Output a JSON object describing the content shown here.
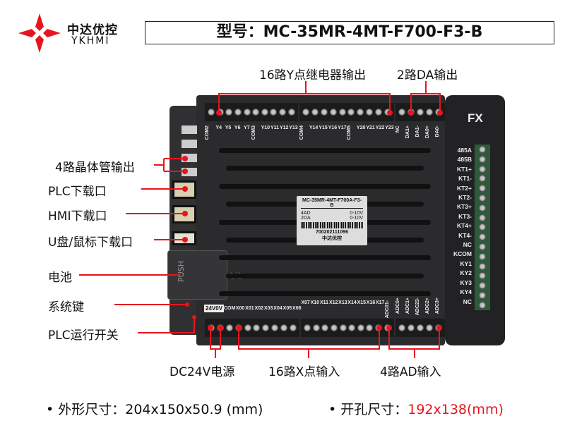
{
  "logo": {
    "cn": "中达优控",
    "en": "YKHMI",
    "color": "#e8141c"
  },
  "title": "型号：MC-35MR-4MT-F700-F3-B",
  "accent_color": "#e8141c",
  "annotations": {
    "relay_out": "16路Y点继电器输出",
    "da_out": "2路DA输出",
    "transistor_out": "4路晶体管输出",
    "plc_port": "PLC下载口",
    "hmi_port": "HMI下载口",
    "usb_port": "U盘/鼠标下载口",
    "battery": "电池",
    "system_key": "系统键",
    "run_switch": "PLC运行开关",
    "dc24v": "DC24V电源",
    "x_in": "16路X点输入",
    "ad_in": "4路AD输入"
  },
  "device": {
    "brand_mark": "FX",
    "top_labels_1": [
      "COM2",
      "Y4",
      "Y5",
      "Y6",
      "Y7",
      "COM3",
      "Y10",
      "Y11",
      "Y12",
      "Y13"
    ],
    "top_labels_2": [
      "COM4",
      "Y14",
      "Y15",
      "Y16",
      "Y17",
      "COM5",
      "Y20",
      "Y21",
      "Y22",
      "Y23"
    ],
    "top_labels_3": [
      "NC",
      "DA1+",
      "DA1-",
      "DA0+",
      "DA0-"
    ],
    "bottom_power": "24V0V",
    "bottom_labels_1": [
      "COM",
      "X00",
      "X01",
      "X02",
      "X03",
      "X04",
      "X05",
      "X06"
    ],
    "bottom_labels_2": [
      "X07",
      "X10",
      "X11",
      "X12",
      "X13",
      "X14",
      "X15",
      "X16",
      "X17",
      "ADC01-"
    ],
    "bottom_labels_3": [
      "ADC0+",
      "ADC1+",
      "ADC23-",
      "ADC2+",
      "ADC3+"
    ],
    "right_labels": [
      "485A",
      "485B",
      "KT1+",
      "KT1-",
      "KT2+",
      "KT2-",
      "KT3+",
      "KT3-",
      "KT4+",
      "KT4-",
      "NC",
      "KCOM",
      "KY1",
      "KY2",
      "KY3",
      "KY4",
      "NC"
    ],
    "battery_side": "电池",
    "push": "PUSH",
    "sticker": {
      "model": "MC-35MR-4MT-F700A-F3-B",
      "rows": [
        [
          "4AD",
          "0-10V"
        ],
        [
          "2DA",
          "0-10V"
        ]
      ],
      "serial": "700202111096",
      "brand": "中达优控"
    }
  },
  "footer": {
    "size_label": "• 外形尺寸：",
    "size_value": "204x150x50.9 (mm)",
    "cutout_label": "• 开孔尺寸：",
    "cutout_value": "192x138(mm)"
  }
}
